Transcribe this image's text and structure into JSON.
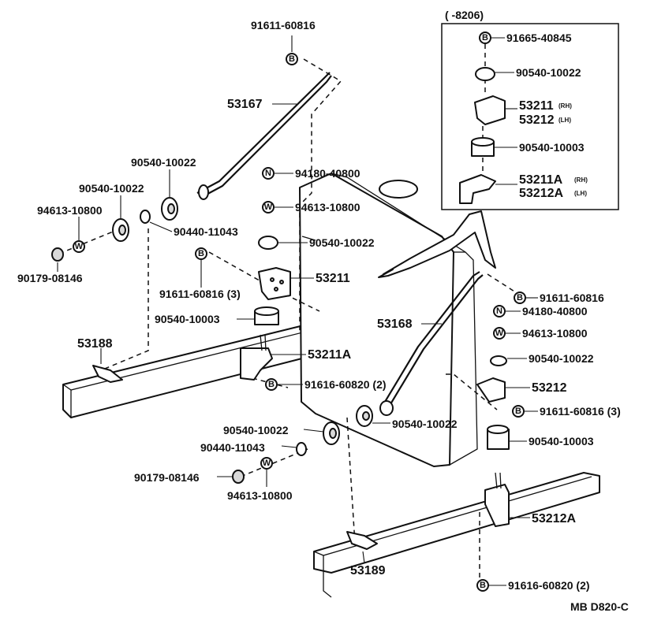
{
  "inset": {
    "header": "(        -8206)"
  },
  "labels": {
    "top_bolt": "91611-60816",
    "rod_53167": "53167",
    "cushion_a": "90540-10022",
    "cushion_b": "90540-10022",
    "washer_left": "94613-10800",
    "nut_left": "90179-08146",
    "collar_left": "90440-11043",
    "nut_n": "94180-40800",
    "washer_w": "94613-10800",
    "cushion_c": "90540-10022",
    "bolt_b_mid": "91611-60816 (3)",
    "bracket_53211": "53211",
    "cushion_10003_left": "90540-10003",
    "bracket_53188": "53188",
    "bracket_53211a": "53211A",
    "bolt_91616_left": "91616-60820 (2)",
    "rod_53168": "53168",
    "bolt_b_right": "91611-60816",
    "nut_n_right": "94180-40800",
    "washer_right": "94613-10800",
    "cushion_right": "90540-10022",
    "bracket_53212": "53212",
    "bolt_b_right3": "91611-60816 (3)",
    "cushion_10003_right": "90540-10003",
    "cushion_lower_right": "90540-10022",
    "cushion_lower_left": "90540-10022",
    "collar_lower": "90440-11043",
    "nut_lower": "90179-08146",
    "washer_lower": "94613-10800",
    "bracket_53212a": "53212A",
    "bracket_53189": "53189",
    "bolt_91616_bottom": "91616-60820 (2)",
    "inset_bolt": "91665-40845",
    "inset_cushion1": "90540-10022",
    "inset_53211": "53211",
    "inset_53212": "53212",
    "inset_cushion2": "90540-10003",
    "inset_53211a": "53211A",
    "inset_53212a": "53212A",
    "rh": "(RH)",
    "lh": "(LH)",
    "rh2": "(RH)",
    "lh2": "(LH)",
    "ref_code": "MB D820-C"
  },
  "symbols": {
    "bolt": "B",
    "nut": "N",
    "washer": "W"
  }
}
